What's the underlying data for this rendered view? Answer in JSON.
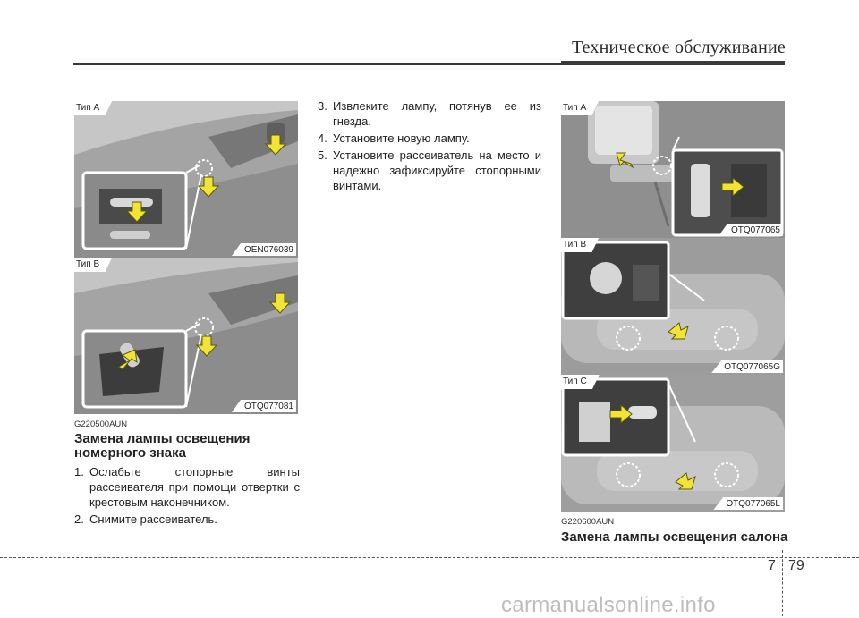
{
  "header": {
    "title": "Техническое обслуживание"
  },
  "figures": {
    "left_top": {
      "type_label": "Тип A",
      "code": "OEN076039"
    },
    "left_bottom": {
      "type_label": "Тип B",
      "code": "OTQ077081"
    },
    "right_a": {
      "type_label": "Тип A",
      "code": "OTQ077065"
    },
    "right_b": {
      "type_label": "Тип B",
      "code": "OTQ077065G"
    },
    "right_c": {
      "type_label": "Тип C",
      "code": "OTQ077065L"
    }
  },
  "section_plate": {
    "code": "G220500AUN",
    "title": "Замена лампы освещения номерного знака",
    "steps": [
      {
        "num": "1.",
        "text": "Ослабьте стопорные винты рассеивателя при помощи отвертки с крестовым наконечником."
      },
      {
        "num": "2.",
        "text": "Снимите рассеиватель."
      },
      {
        "num": "3.",
        "text": "Извлеките лампу, потянув ее из гнезда."
      },
      {
        "num": "4.",
        "text": "Установите новую лампу."
      },
      {
        "num": "5.",
        "text": "Установите рассеиватель на место и надежно зафиксируйте стопорными винтами."
      }
    ]
  },
  "section_interior": {
    "code": "G220600AUN",
    "title": "Замена лампы освещения салона"
  },
  "footer": {
    "section": "7",
    "page": "79"
  },
  "watermark": "carmanualsonline.info",
  "colors": {
    "accent_arrow": "#f2e436",
    "photo_gray": "#9a9a9a",
    "rule": "#3a3a3a"
  }
}
